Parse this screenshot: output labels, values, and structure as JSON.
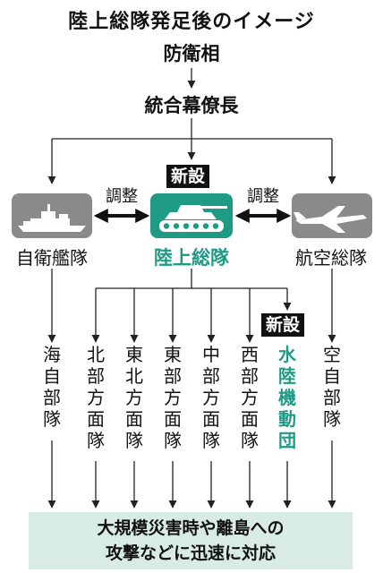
{
  "title": "陸上総隊発足後のイメージ",
  "top_nodes": {
    "minister": "防衛相",
    "chief": "統合幕僚長"
  },
  "new_badge": "新設",
  "coordination": "調整",
  "units": {
    "maritime": "自衛艦隊",
    "ground": "陸上総隊",
    "air": "航空総隊"
  },
  "columns": [
    "海自部隊",
    "北部方面隊",
    "東北方面隊",
    "東部方面隊",
    "中部方面隊",
    "西部方面隊",
    "水陸機動団",
    "空自部隊"
  ],
  "bottom": {
    "line1": "大規模災害時や離島への",
    "line2": "攻撃などに迅速に対応"
  },
  "colors": {
    "accent_green": "#1f9a84",
    "icon_gray": "#8a8a8a",
    "bottom_bg": "#d9ece4"
  },
  "icons": {
    "maritime": "warship-icon",
    "ground": "tank-icon",
    "air": "fighter-jet-icon"
  }
}
